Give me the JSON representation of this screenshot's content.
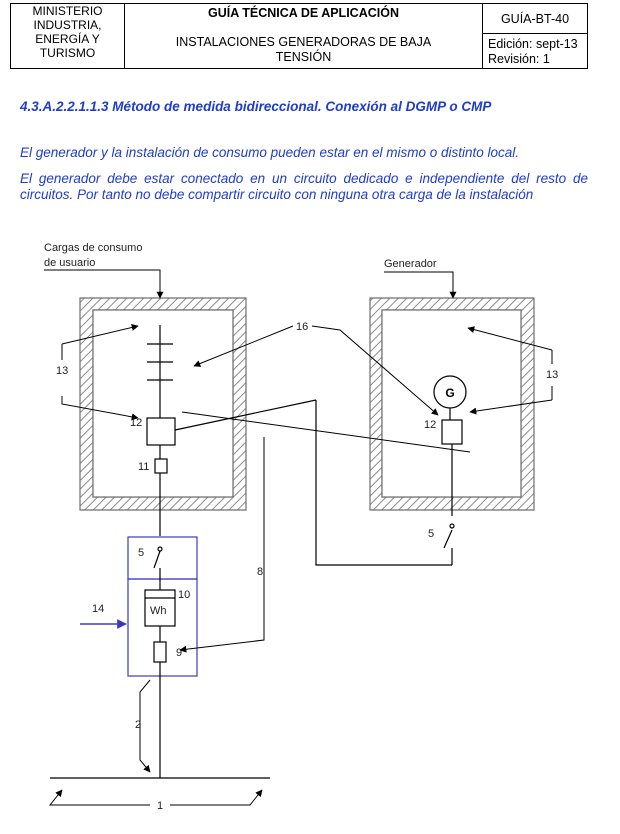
{
  "header": {
    "org_lines": [
      "MINISTERIO",
      "INDUSTRIA,",
      "ENERGÍA Y",
      "TURISMO"
    ],
    "title": "GUÍA TÉCNICA DE APLICACIÓN",
    "subtitle_lines": [
      "INSTALACIONES GENERADORAS DE BAJA",
      "TENSIÓN"
    ],
    "code": "GUÍA-BT-40",
    "edition": "Edición: sept-13",
    "revision": "Revisión: 1"
  },
  "section_heading": "4.3.A.2.2.1.1.3 Método de medida bidireccional. Conexión al DGMP o CMP",
  "paragraphs": [
    "El generador y la instalación de consumo pueden estar en el mismo o distinto local.",
    "El generador debe estar conectado en un circuito dedicado e independiente del resto de circuitos. Por tanto no debe compartir circuito con ninguna otra carga de la instalación"
  ],
  "diagram": {
    "consumer_label_lines": [
      "Cargas de consumo",
      "de usuario"
    ],
    "generator_label": "Generador",
    "generator_symbol": "G",
    "meter_symbol": "Wh",
    "callouts": {
      "n1": "1",
      "n2": "2",
      "n5_left": "5",
      "n5_right": "5",
      "n8": "8",
      "n9": "9",
      "n10": "10",
      "n11": "11",
      "n12_left": "12",
      "n12_right": "12",
      "n13_left": "13",
      "n13_right": "13",
      "n14": "14",
      "n16": "16"
    },
    "colors": {
      "frame": "#6f6f6f",
      "hatch": "#8a8a8a",
      "line": "#000000",
      "enclosure": "#3b3bb8",
      "text_blue": "#1f3ccc"
    }
  }
}
